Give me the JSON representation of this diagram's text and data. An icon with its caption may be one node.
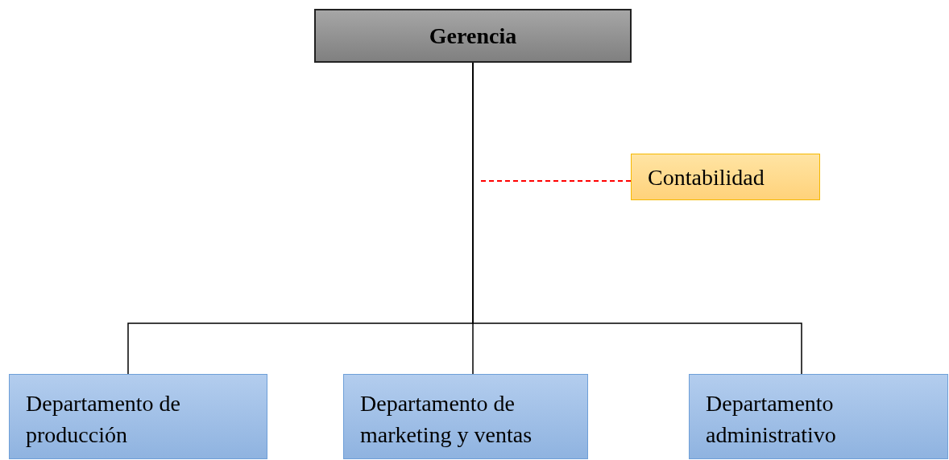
{
  "diagram": {
    "nodes": [
      {
        "text": [
          "Gerencia"
        ]
      },
      {
        "text": [
          "Contabilidad"
        ]
      },
      {
        "text": [
          "Departamento de producción"
        ]
      },
      {
        "text": [
          "Departamento de marketing y ventas"
        ]
      },
      {
        "text": [
          "Departamento administrativo"
        ]
      }
    ],
    "edges": [
      {
        "from": 0,
        "to": 2,
        "arrow": "none"
      },
      {
        "from": 0,
        "to": 3,
        "arrow": "none"
      },
      {
        "from": 0,
        "to": 4,
        "arrow": "none"
      },
      {
        "from": 1,
        "to": null,
        "arrow": "none",
        "style": "dashed",
        "color": "#ff0000"
      }
    ]
  }
}
